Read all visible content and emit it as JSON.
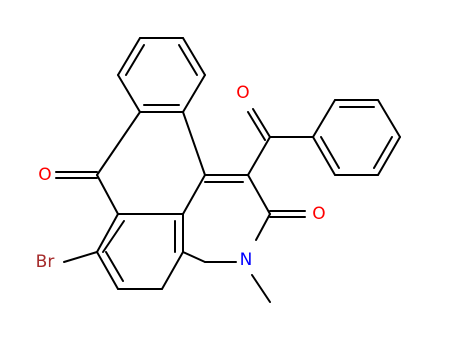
{
  "colors": {
    "bond": "#000000",
    "oxygen": "#ff0000",
    "nitrogen": "#0000ff",
    "bromine": "#a52a2a"
  },
  "labels": {
    "ketone_oxygen": "O",
    "benzoyl_oxygen": "O",
    "amide_oxygen": "O",
    "nitrogen": "N",
    "bromine": "Br"
  }
}
